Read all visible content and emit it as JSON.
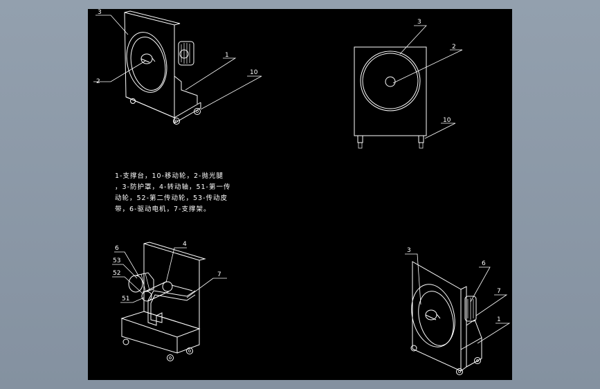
{
  "callouts": {
    "view1": [
      "3",
      "2",
      "1",
      "10"
    ],
    "view2": [
      "3",
      "2",
      "10"
    ],
    "view3": [
      "6",
      "53",
      "52",
      "51",
      "4",
      "7"
    ],
    "view4": [
      "3",
      "6",
      "7",
      "1"
    ]
  },
  "legend": {
    "lines": [
      "1-支撑台，10-移动轮，2-抛光腿",
      "，3-防护罩，4-转动轴，51-第一传",
      "动轮，52-第二传动轮，53-传动皮",
      "带，6-驱动电机，7-支撑架。"
    ]
  },
  "colors": {
    "background": "#8a97a6",
    "sheet": "#000000",
    "lines": "#ffffff"
  }
}
